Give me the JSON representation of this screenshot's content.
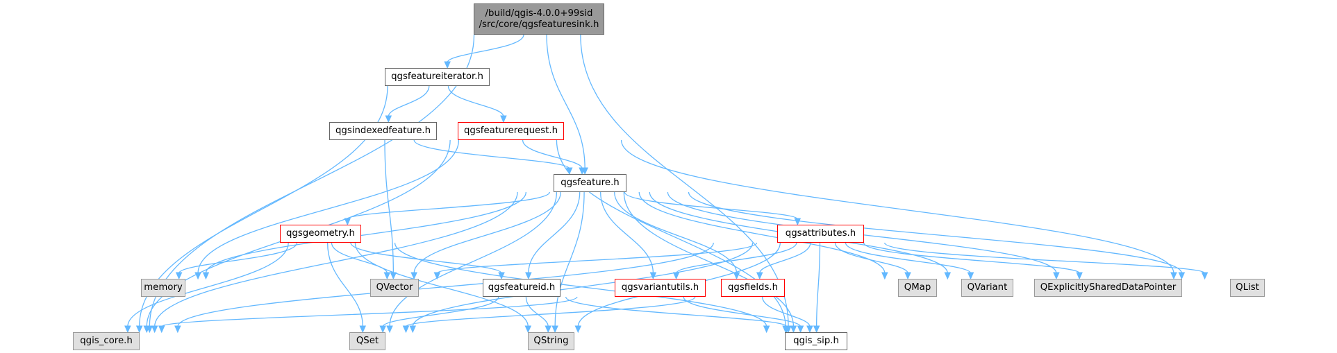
{
  "title": "Include dependency graph for qgsfeaturesink.h",
  "root": {
    "line1": "/build/qgis-4.0.0+99sid",
    "line2": "/src/core/qgsfeaturesink.h"
  },
  "nodes": {
    "qgsfeatureiterator": "qgsfeatureiterator.h",
    "qgsindexedfeature": "qgsindexedfeature.h",
    "qgsfeaturerequest": "qgsfeaturerequest.h",
    "qgsfeature": "qgsfeature.h",
    "qgsgeometry": "qgsgeometry.h",
    "qgsattributes": "qgsattributes.h",
    "memory": "memory",
    "QVector": "QVector",
    "qgsfeatureid": "qgsfeatureid.h",
    "qgsvariantutils": "qgsvariantutils.h",
    "qgsfields": "qgsfields.h",
    "QMap": "QMap",
    "QVariant": "QVariant",
    "QExplicitlySharedDataPointer": "QExplicitlySharedDataPointer",
    "QList": "QList",
    "qgis_core": "qgis_core.h",
    "QSet": "QSet",
    "QString": "QString",
    "qgis_sip": "qgis_sip.h"
  },
  "edges": [
    [
      "root",
      "qgsfeatureiterator"
    ],
    [
      "root",
      "qgsfeature"
    ],
    [
      "root",
      "qgis_core"
    ],
    [
      "root",
      "qgis_sip"
    ],
    [
      "qgsfeatureiterator",
      "qgsindexedfeature"
    ],
    [
      "qgsfeatureiterator",
      "qgsfeaturerequest"
    ],
    [
      "qgsfeatureiterator",
      "qgis_core"
    ],
    [
      "qgsindexedfeature",
      "qgsfeature"
    ],
    [
      "qgsindexedfeature",
      "QVector"
    ],
    [
      "qgsfeaturerequest",
      "qgsfeature"
    ],
    [
      "qgsfeaturerequest",
      "qgis_core"
    ],
    [
      "qgsfeaturerequest",
      "memory"
    ],
    [
      "qgsfeaturerequest",
      "QList"
    ],
    [
      "qgsfeaturerequest",
      "qgis_sip"
    ],
    [
      "qgsfeature",
      "qgsgeometry"
    ],
    [
      "qgsfeature",
      "qgsattributes"
    ],
    [
      "qgsfeature",
      "memory"
    ],
    [
      "qgsfeature",
      "QVector"
    ],
    [
      "qgsfeature",
      "qgsfeatureid"
    ],
    [
      "qgsfeature",
      "qgsvariantutils"
    ],
    [
      "qgsfeature",
      "qgsfields"
    ],
    [
      "qgsfeature",
      "QMap"
    ],
    [
      "qgsfeature",
      "QVariant"
    ],
    [
      "qgsfeature",
      "QExplicitlySharedDataPointer"
    ],
    [
      "qgsfeature",
      "QList"
    ],
    [
      "qgsfeature",
      "qgis_core"
    ],
    [
      "qgsfeature",
      "QSet"
    ],
    [
      "qgsfeature",
      "QString"
    ],
    [
      "qgsfeature",
      "qgis_sip"
    ],
    [
      "qgsgeometry",
      "memory"
    ],
    [
      "qgsgeometry",
      "QVector"
    ],
    [
      "qgsgeometry",
      "qgsfeatureid"
    ],
    [
      "qgsgeometry",
      "qgis_core"
    ],
    [
      "qgsgeometry",
      "QSet"
    ],
    [
      "qgsgeometry",
      "QString"
    ],
    [
      "qgsgeometry",
      "qgis_sip"
    ],
    [
      "qgsattributes",
      "QVector"
    ],
    [
      "qgsattributes",
      "qgsvariantutils"
    ],
    [
      "qgsattributes",
      "qgsfields"
    ],
    [
      "qgsattributes",
      "QMap"
    ],
    [
      "qgsattributes",
      "QVariant"
    ],
    [
      "qgsattributes",
      "QExplicitlySharedDataPointer"
    ],
    [
      "qgsattributes",
      "QList"
    ],
    [
      "qgsattributes",
      "qgis_core"
    ],
    [
      "qgsattributes",
      "QSet"
    ],
    [
      "qgsattributes",
      "QString"
    ],
    [
      "qgsattributes",
      "qgis_sip"
    ],
    [
      "qgsfeatureid",
      "QSet"
    ],
    [
      "qgsfeatureid",
      "QString"
    ],
    [
      "qgsfeatureid",
      "qgis_sip"
    ],
    [
      "qgsvariantutils",
      "qgis_core"
    ],
    [
      "qgsvariantutils",
      "qgis_sip"
    ],
    [
      "qgsfields",
      "QSet"
    ],
    [
      "qgsfields",
      "qgis_sip"
    ]
  ]
}
